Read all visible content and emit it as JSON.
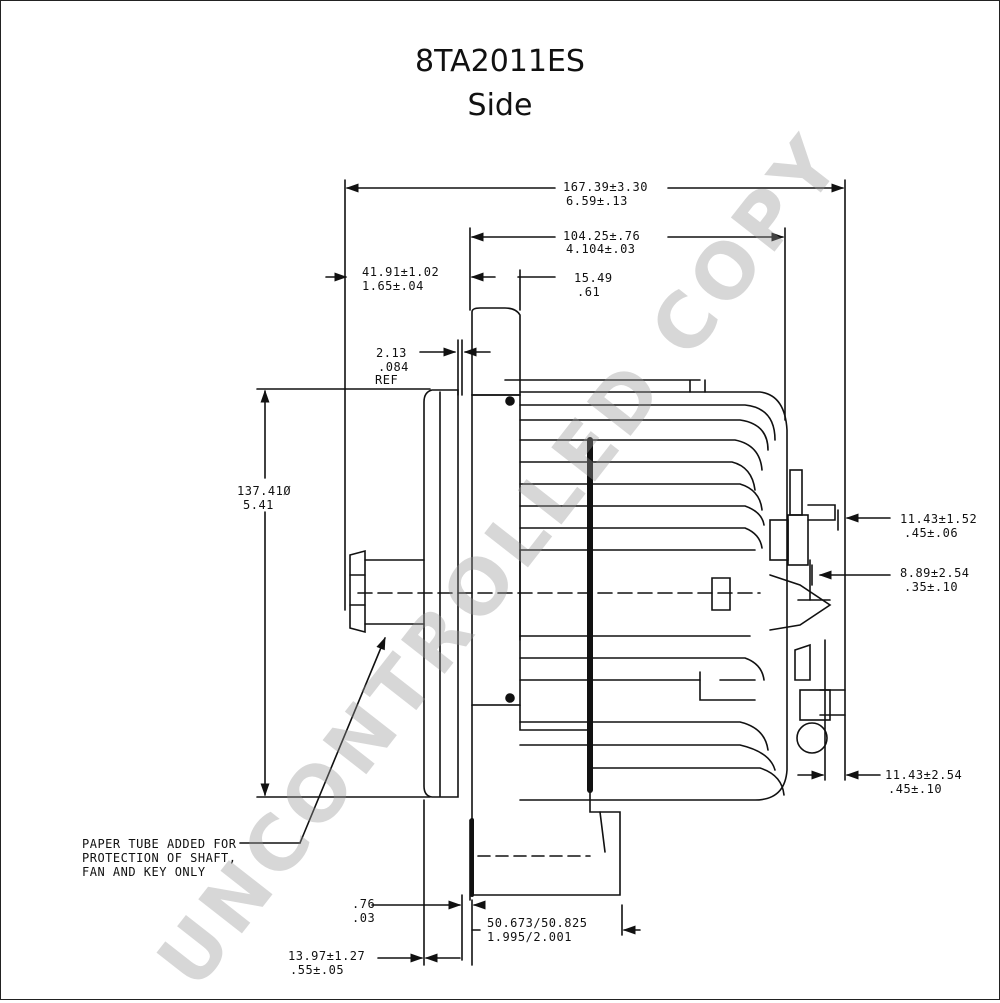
{
  "title": {
    "model": "8TA2011ES",
    "view": "Side"
  },
  "dimensions": {
    "overall_length": {
      "mm": "167.39±3.30",
      "inch": "6.59±.13"
    },
    "body_length": {
      "mm": "104.25±.76",
      "inch": "4.104±.03"
    },
    "hub_to_face": {
      "mm": "41.91±1.02",
      "inch": "1.65±.04"
    },
    "flange_thickness": {
      "mm": "15.49",
      "inch": ".61"
    },
    "shaft_step": {
      "mm": "2.13",
      "inch": ".084",
      "note": "REF"
    },
    "pulley_diameter": {
      "mm": "137.41Ø",
      "inch": "5.41"
    },
    "terminal_upper": {
      "mm": "11.43±1.52",
      "inch": ".45±.06"
    },
    "terminal_middle": {
      "mm": "8.89±2.54",
      "inch": ".35±.10"
    },
    "terminal_lower": {
      "mm": "11.43±2.54",
      "inch": ".45±.10"
    },
    "face_offset": {
      "mm": ".76",
      "inch": ".03"
    },
    "mount_bore": {
      "mm": "50.673/50.825",
      "inch": "1.995/2.001"
    },
    "pulley_width": {
      "mm": "13.97±1.27",
      "inch": ".55±.05"
    }
  },
  "note": {
    "line1": "PAPER TUBE ADDED FOR",
    "line2": "PROTECTION OF SHAFT,",
    "line3": "FAN AND KEY ONLY"
  },
  "watermark": "UNCONTROLLED COPY"
}
